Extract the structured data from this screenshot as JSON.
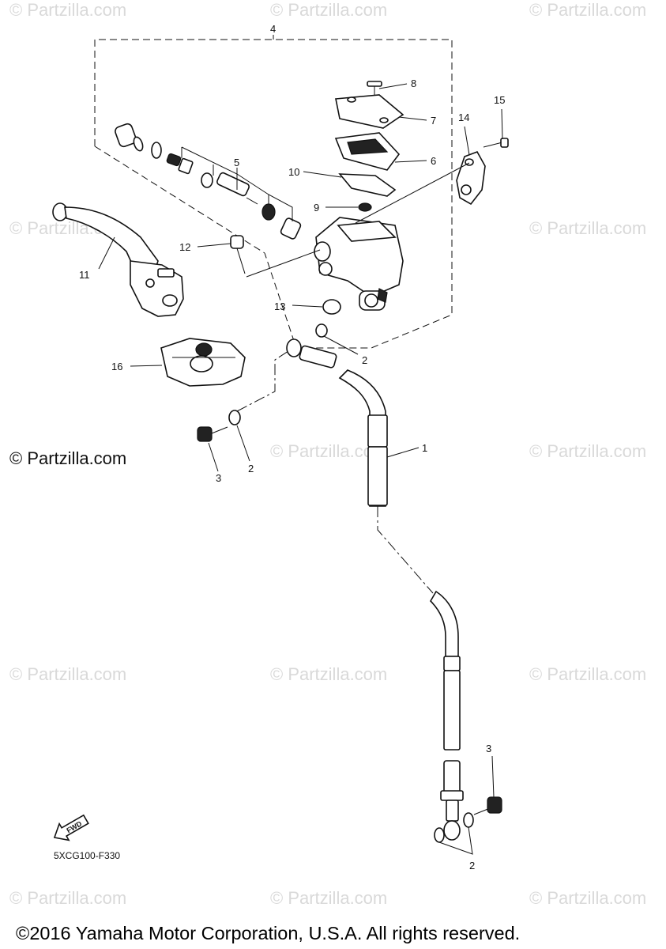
{
  "watermarks": {
    "faint": "© Partzilla.com",
    "prominent": "© Partzilla.com"
  },
  "callouts": {
    "c1": "1",
    "c2a": "2",
    "c2b": "2",
    "c2c": "2",
    "c3a": "3",
    "c3b": "3",
    "c4": "4",
    "c5": "5",
    "c6": "6",
    "c7": "7",
    "c8": "8",
    "c9": "9",
    "c10": "10",
    "c11": "11",
    "c12": "12",
    "c13": "13",
    "c14": "14",
    "c15": "15",
    "c16": "16"
  },
  "fwd_label": "FWD",
  "diagram_code": "5XCG100-F330",
  "copyright": "©2016 Yamaha Motor Corporation, U.S.A. All rights reserved."
}
